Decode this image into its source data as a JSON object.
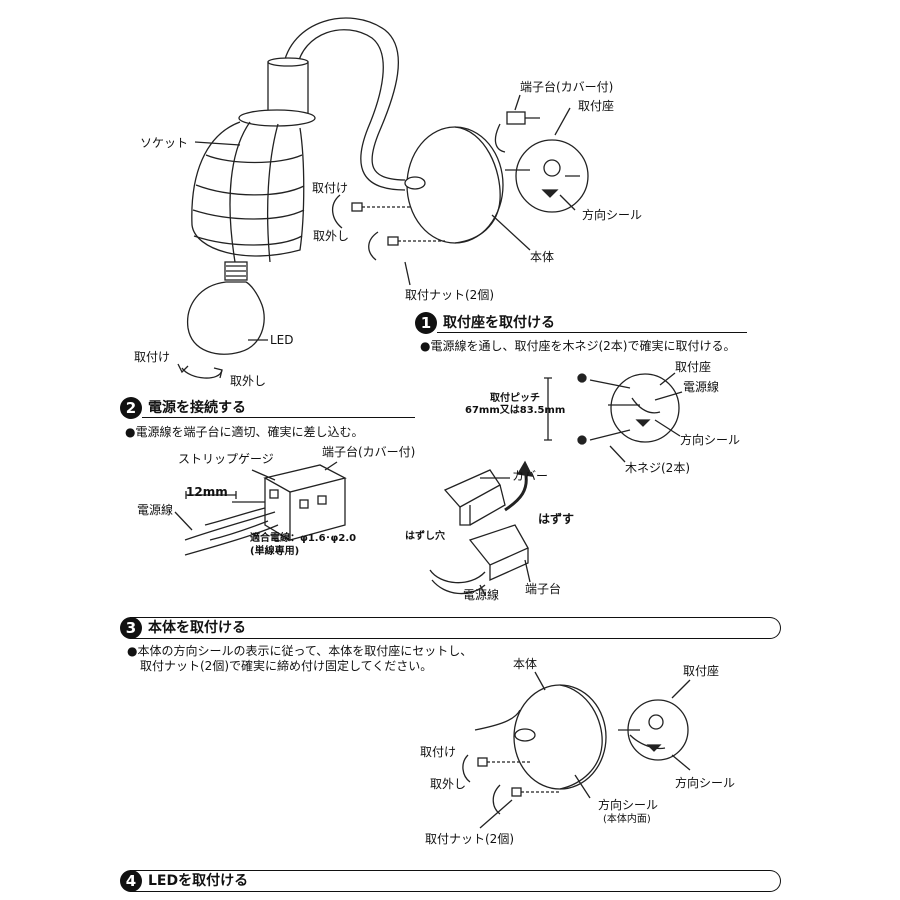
{
  "top": {
    "socket_label": "ソケット",
    "terminal_cover_label": "端子台(カバー付)",
    "mount_plate_label": "取付座",
    "attach_label": "取付け",
    "detach_label": "取外し",
    "direction_seal_label": "方向シール",
    "body_label": "本体",
    "nut_label": "取付ナット(2個)",
    "led_label": "LED",
    "led_attach_label": "取付け",
    "led_detach_label": "取外し"
  },
  "step1": {
    "number": "1",
    "title": "取付座を取付ける",
    "note": "●電源線を通し、取付座を木ネジ(2本)で確実に取付ける。",
    "pitch_title": "取付ピッチ",
    "pitch_value": "67mm又は83.5mm",
    "mount_plate_label": "取付座",
    "cable_label": "電源線",
    "direction_seal_label": "方向シール",
    "screw_label": "木ネジ(2本)",
    "cover_label": "カバー",
    "remove_label": "はずす",
    "release_hole_label": "はずし穴",
    "cable_label2": "電源線",
    "terminal_label": "端子台"
  },
  "step2": {
    "number": "2",
    "title": "電源を接続する",
    "note": "●電源線を端子台に適切、確実に差し込む。",
    "strip_gauge_label": "ストリップゲージ",
    "terminal_cover_label": "端子台(カバー付)",
    "strip_length": "12mm",
    "cable_label": "電源線",
    "wire_spec": "適合電線：φ1.6･φ2.0",
    "wire_type": "(単線専用)"
  },
  "step3": {
    "number": "3",
    "title": "本体を取付ける",
    "note_line1": "●本体の方向シールの表示に従って、本体を取付座にセットし、",
    "note_line2": "取付ナット(2個)で確実に締め付け固定してください。",
    "body_label": "本体",
    "mount_plate_label": "取付座",
    "attach_label": "取付け",
    "detach_label": "取外し",
    "direction_seal_label": "方向シール",
    "direction_seal_inner_label": "方向シール",
    "direction_seal_inner_note": "(本体内面)",
    "nut_label": "取付ナット(2個)"
  },
  "step4": {
    "number": "4",
    "title": "LEDを取付ける"
  }
}
